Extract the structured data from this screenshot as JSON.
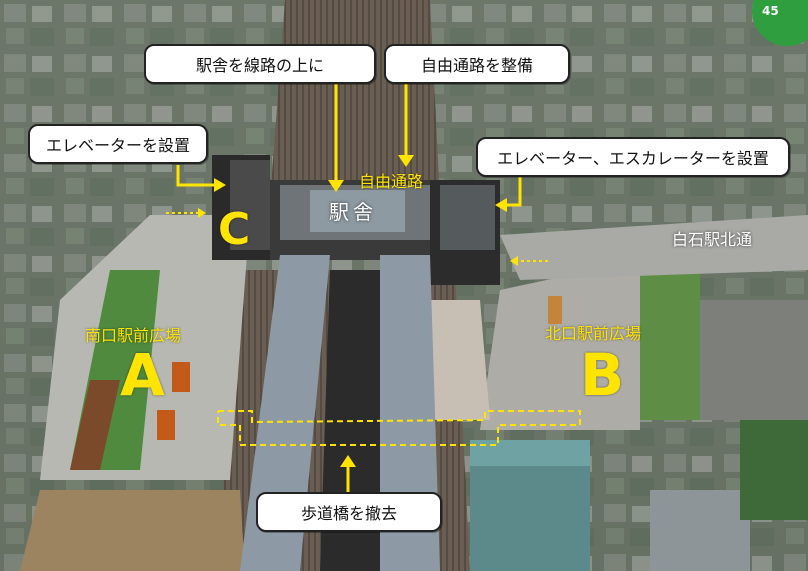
{
  "callouts": {
    "station_over_tracks": "駅舎を線路の上に",
    "free_passage": "自由通路を整備",
    "elevator_south": "エレベーターを設置",
    "elevator_escalator_north": "エレベーター、エスカレーターを設置",
    "remove_footbridge": "歩道橋を撤去"
  },
  "labels": {
    "free_passage_area": "自由通路",
    "station_sign": "駅舎",
    "marker_c": "C",
    "south_plaza": "南口駅前広場",
    "marker_a": "A",
    "north_plaza": "北口駅前広場",
    "marker_b": "B",
    "street_name": "白石駅北通",
    "corner_page": "45"
  },
  "colors": {
    "accent_yellow": "#ffe400",
    "corner_green": "#2e9e3e"
  }
}
